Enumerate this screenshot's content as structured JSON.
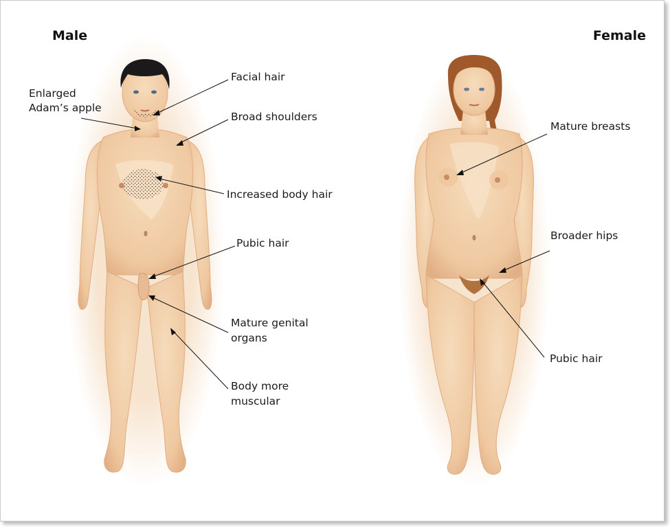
{
  "headings": {
    "male": "Male",
    "female": "Female"
  },
  "male_labels": {
    "adams_apple": [
      "Enlarged",
      "Adam’s apple"
    ],
    "facial_hair": "Facial hair",
    "broad_shoulders": "Broad shoulders",
    "body_hair": "Increased body hair",
    "pubic_hair": "Pubic hair",
    "genital_organs": [
      "Mature genital",
      "organs"
    ],
    "muscular": [
      "Body more",
      "muscular"
    ]
  },
  "female_labels": {
    "breasts": "Mature breasts",
    "hips": "Broader hips",
    "pubic_hair": "Pubic hair"
  },
  "colors": {
    "skin": "#f1cda6",
    "skin_shade": "#dfae85",
    "male_hair": "#1a1a1a",
    "female_hair": "#a0592b",
    "text": "#1a1a1a"
  }
}
